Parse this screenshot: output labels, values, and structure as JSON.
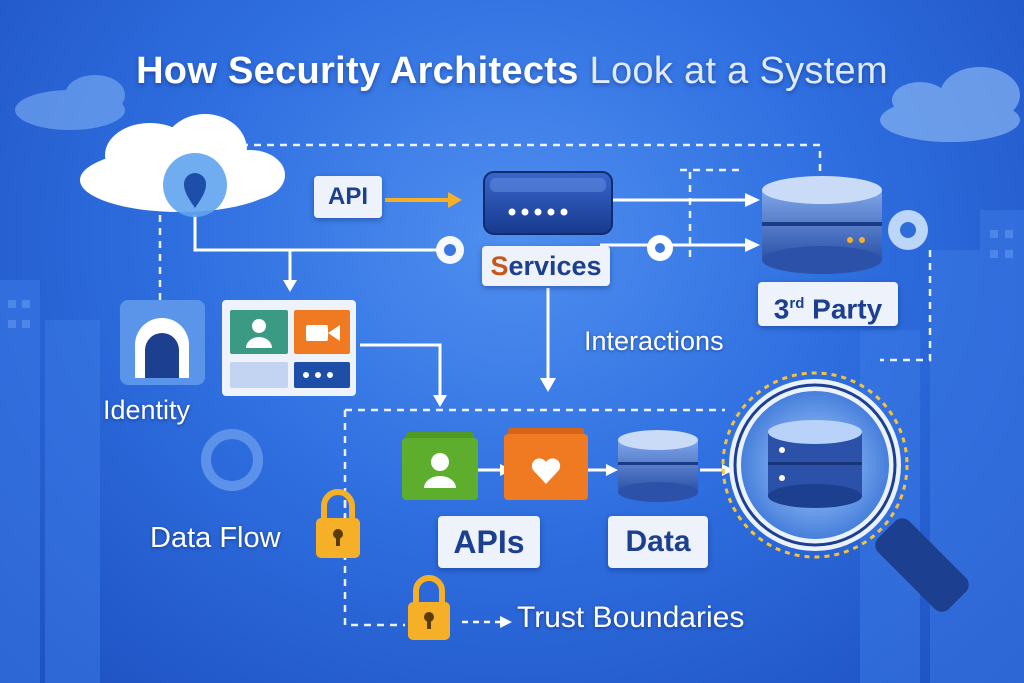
{
  "title": {
    "bold": "How Security Architects",
    "light": "Look at a System"
  },
  "labels": {
    "api": "API",
    "services_first": "S",
    "services_rest": "ervices",
    "third_party": "3",
    "third_party_sup": "rd",
    "third_party_rest": " Party",
    "interactions": "Interactions",
    "identity": "Identity",
    "apis": "APIs",
    "data": "Data",
    "data_flow": "Data Flow",
    "trust_boundaries": "Trust Boundaries"
  },
  "colors": {
    "background": "#2f6fe0",
    "label_box": "#eef3fb",
    "label_text": "#1d3f8f",
    "accent_orange": "#f07a22",
    "accent_green": "#5cae2c",
    "lock_yellow": "#f6b027",
    "highlight_ring": "#f5c33b"
  },
  "icons": [
    "cloud-icon",
    "location-pin-icon",
    "server-icon",
    "database-icon",
    "gear-icon",
    "user-card-icon",
    "video-icon",
    "heart-card-icon",
    "lock-icon",
    "magnifier-icon",
    "identity-badge-icon"
  ]
}
